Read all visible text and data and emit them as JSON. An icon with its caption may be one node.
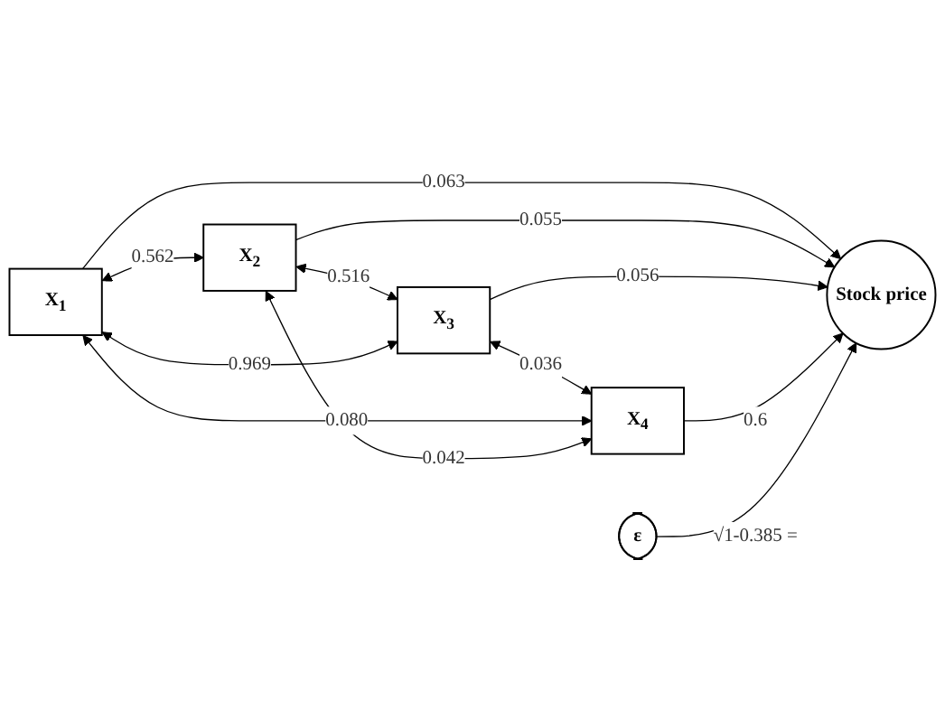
{
  "diagram": {
    "nodes": [
      {
        "text": [
          "X$_{1}$"
        ]
      },
      {
        "text": [
          "X$_{2}$"
        ]
      },
      {
        "text": [
          "X$_{3}$"
        ]
      },
      {
        "text": [
          "X$_{4}$"
        ]
      },
      {
        "text": [
          "Stock price"
        ]
      },
      {
        "text": [
          "ε"
        ]
      }
    ],
    "edges": [
      {
        "from": 0,
        "to": 1,
        "arrow": "both",
        "label": "0.562"
      },
      {
        "from": 1,
        "to": 2,
        "arrow": "both",
        "label": "0.516"
      },
      {
        "from": 2,
        "to": 3,
        "arrow": "both",
        "label": "0.036"
      },
      {
        "from": 0,
        "to": 2,
        "arrow": "both",
        "label": "0.969"
      },
      {
        "from": 0,
        "to": 3,
        "arrow": "both",
        "label": "0.080"
      },
      {
        "from": 1,
        "to": 3,
        "arrow": "both",
        "label": "0.042"
      },
      {
        "from": 0,
        "to": 4,
        "arrow": "to",
        "label": "0.063"
      },
      {
        "from": 1,
        "to": 4,
        "arrow": "to",
        "label": "0.055"
      },
      {
        "from": 2,
        "to": 4,
        "arrow": "to",
        "label": "0.056"
      },
      {
        "from": 3,
        "to": 4,
        "arrow": "to",
        "label": "0.6"
      },
      {
        "from": 5,
        "to": 4,
        "arrow": "to",
        "label": "√1-0.385 ="
      }
    ]
  }
}
